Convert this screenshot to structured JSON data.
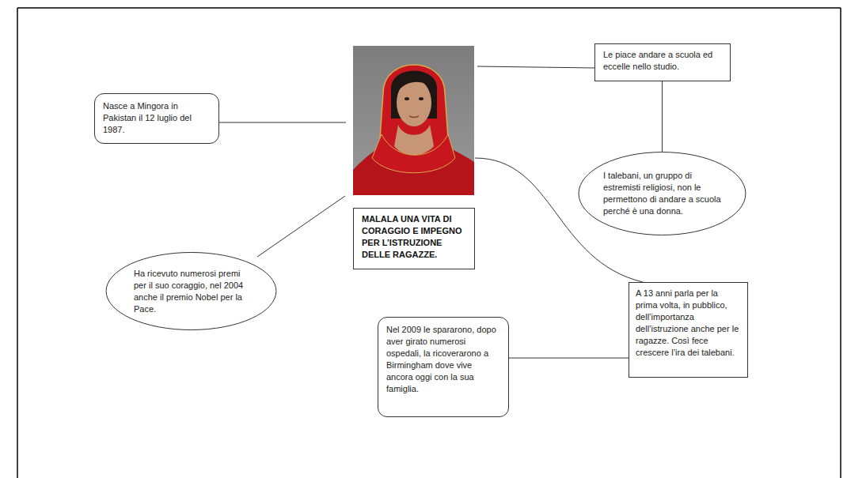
{
  "diagram": {
    "nodes": [
      {
        "text": [
          "Nasce a Mingora in Pakistan il 12 luglio del 1987."
        ]
      },
      {
        "text": [
          "Le piace andare a scuola ed eccelle nello studio."
        ]
      },
      {
        "text": [
          "MALALA UNA VITA DI CORAGGIO E IMPEGNO PER L’ISTRUZIONE DELLE RAGAZZE."
        ]
      },
      {
        "text": [
          "I talebani, un gruppo di estremisti religiosi, non le permettono di andare a scuola perché è una donna."
        ]
      },
      {
        "text": [
          "Ha ricevuto numerosi premi per il suo coraggio, nel 2004 anche il premio Nobel per la Pace."
        ]
      },
      {
        "text": [
          "A 13 anni parla per la prima volta, in pubblico, dell’importanza dell’istruzione anche per le ragazze. Così fece crescere l’ira dei talebani."
        ]
      },
      {
        "text": [
          "Nel 2009 le spararono, dopo aver girato numerosi ospedali, la ricoverarono a Birmingham dove vive ancora oggi con la sua famiglia."
        ]
      }
    ],
    "edges": [
      {
        "from": 1,
        "to": 3,
        "arrow": "none"
      },
      {
        "from": 5,
        "to": 6,
        "arrow": "none"
      }
    ]
  }
}
